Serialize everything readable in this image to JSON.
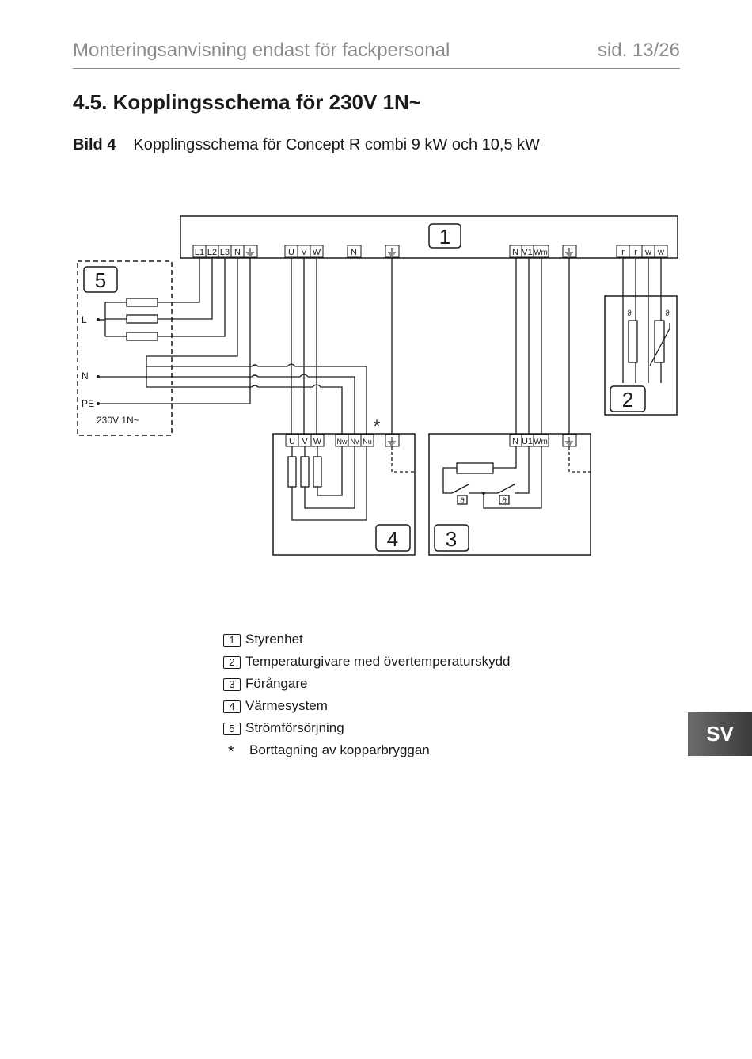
{
  "header": {
    "title": "Monteringsanvisning endast för fackpersonal",
    "page": "sid. 13/26"
  },
  "section": {
    "title": "4.5.  Kopplingsschema för 230V 1N~"
  },
  "figure": {
    "label": "Bild 4",
    "caption": "Kopplingsschema för Concept R combi 9 kW och 10,5 kW"
  },
  "diagram": {
    "box_numbers": [
      "1",
      "2",
      "3",
      "4",
      "5"
    ],
    "terminals_unit1": [
      "L1",
      "L2",
      "L3",
      "N",
      "U",
      "V",
      "W",
      "N",
      "N",
      "V1",
      "Wm",
      "r",
      "r",
      "w",
      "w"
    ],
    "terminals_unit4": [
      "U",
      "V",
      "W",
      "Nw",
      "Nv",
      "Nu"
    ],
    "terminals_unit3": [
      "N",
      "U1",
      "Wm"
    ],
    "supply_labels": [
      "L",
      "N",
      "PE"
    ],
    "supply_voltage": "230V 1N~",
    "asterisk": "*"
  },
  "legend": [
    {
      "num": "1",
      "text": "Styrenhet"
    },
    {
      "num": "2",
      "text": "Temperaturgivare med övertemperaturskydd"
    },
    {
      "num": "3",
      "text": "Förångare"
    },
    {
      "num": "4",
      "text": "Värmesystem"
    },
    {
      "num": "5",
      "text": "Strömförsörjning"
    }
  ],
  "legend_note": {
    "symbol": "*",
    "text": "Borttagning av kopparbryggan"
  },
  "language_tab": "SV",
  "icons": [
    "ground-icon",
    "fuse-icon",
    "resistor-icon",
    "thermostat-icon",
    "thermistor-icon",
    "switch-icon"
  ]
}
